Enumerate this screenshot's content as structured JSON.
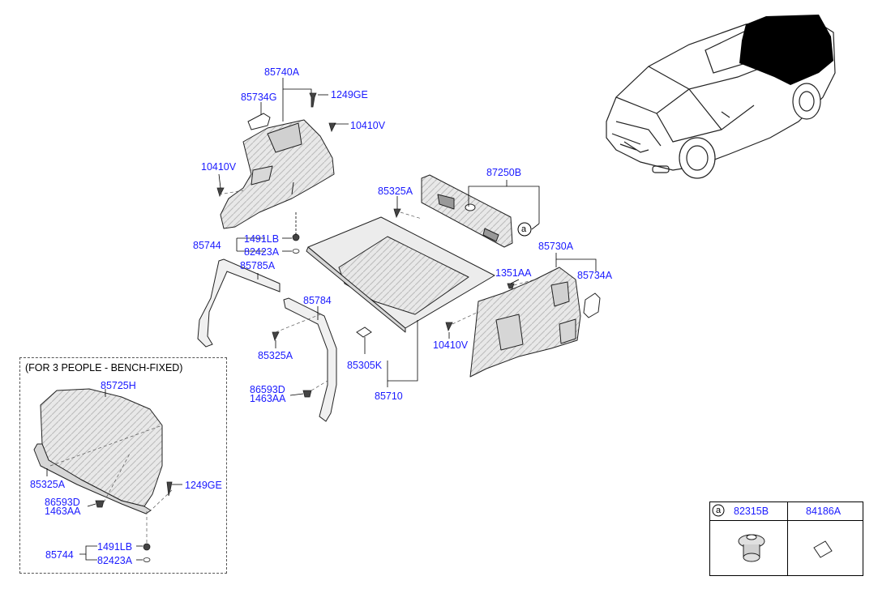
{
  "inset": {
    "title": "(FOR 3 PEOPLE - BENCH-FIXED)",
    "labels": {
      "p85725H": "85725H",
      "p85325A": "85325A",
      "p1249GE": "1249GE",
      "p86593D": "86593D",
      "p1463AA": "1463AA",
      "p85744": "85744",
      "p1491LB": "1491LB",
      "p82423A": "82423A"
    }
  },
  "labels": {
    "p85740A": "85740A",
    "p85734G": "85734G",
    "p1249GE": "1249GE",
    "p10410V_top": "10410V",
    "p10410V_left": "10410V",
    "p85744": "85744",
    "p1491LB": "1491LB",
    "p82423A": "82423A",
    "p85785A": "85785A",
    "p85325A_bottom": "85325A",
    "p85784": "85784",
    "p86593D": "86593D",
    "p1463AA": "1463AA",
    "p87250B": "87250B",
    "p85325A_top": "85325A",
    "ref_a": "a",
    "p85730A": "85730A",
    "p1351AA": "1351AA",
    "p85734A": "85734A",
    "p10410V_right": "10410V",
    "p85305K": "85305K",
    "p85710": "85710"
  },
  "legend": {
    "ref": "a",
    "col1": "82315B",
    "col2": "84186A"
  },
  "colors": {
    "label": "#1a1aff",
    "line": "#000000",
    "part_fill": "#e6e6e6",
    "part_dark": "#bfbfbf",
    "car_highlight": "#000000"
  }
}
